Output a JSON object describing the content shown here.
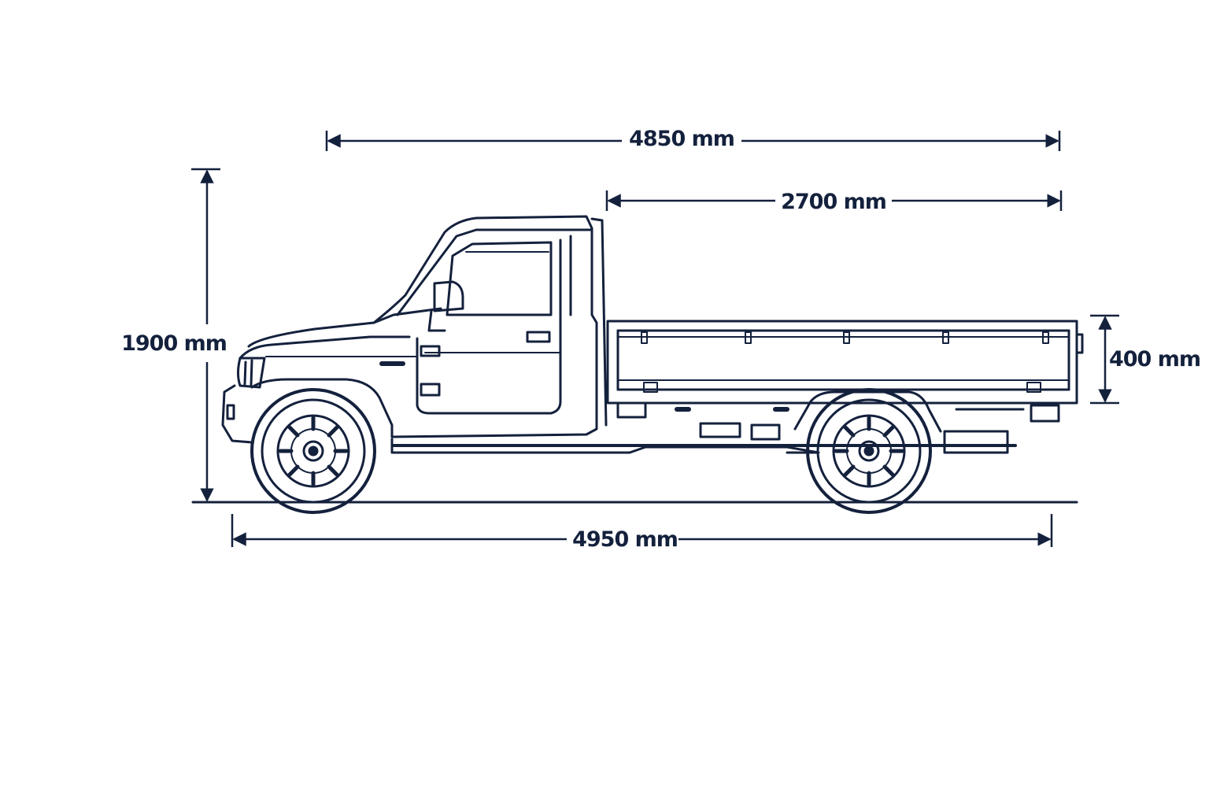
{
  "colors": {
    "ink": "#14213d",
    "background": "#ffffff"
  },
  "dimensions": {
    "overall_length": "4950 mm",
    "body_length": "4850 mm",
    "bed_length": "2700 mm",
    "height": "1900 mm",
    "bed_height": "400 mm"
  },
  "vehicle": {
    "type": "single-cab flatbed pickup truck",
    "view": "side elevation"
  }
}
